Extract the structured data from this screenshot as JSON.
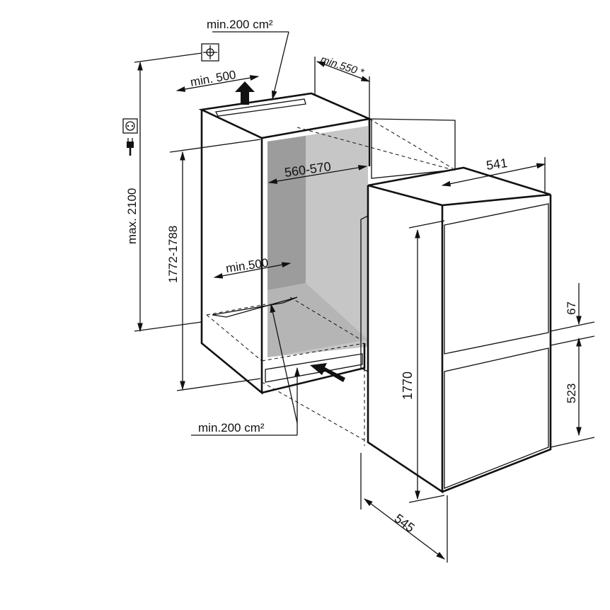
{
  "dimensions": {
    "vent_top_area": "min.200 cm²",
    "vent_top_width": "min. 500",
    "door_clearance": "min.550 *",
    "niche_height_max": "max. 2100",
    "niche_height": "1772-1788",
    "niche_width": "560-570",
    "bottom_vent_width": "min.500",
    "vent_bottom_area": "min.200 cm²",
    "appliance_width": "541",
    "appliance_height": "1770",
    "appliance_depth": "545",
    "gap_height": "67",
    "lower_door_height": "523"
  },
  "icons": [
    "water-connection-icon",
    "power-socket-icon",
    "power-plug-icon"
  ],
  "colors": {
    "line": "#111111",
    "niche_dark": "#9a9a9a",
    "niche_light": "#c4c4c4",
    "door_panel": "#e2e2e2"
  }
}
